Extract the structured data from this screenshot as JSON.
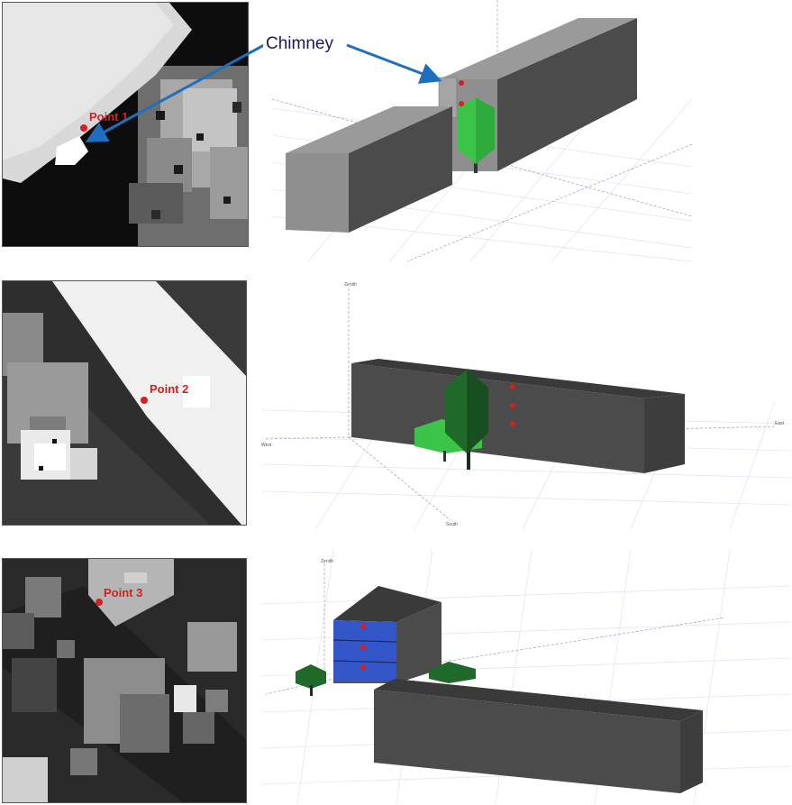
{
  "annotation": {
    "label": "Chimney",
    "arrow_color": "#1f6fbf",
    "text_color": "#1a1a55"
  },
  "rows": [
    {
      "point_label": "Point 1",
      "axes": {
        "zenith": "",
        "north": "",
        "east": "",
        "south": ""
      }
    },
    {
      "point_label": "Point 2",
      "axes": {
        "zenith": "Zenith",
        "west": "West",
        "east": "East",
        "south": "South"
      }
    },
    {
      "point_label": "Point 3",
      "axes": {
        "zenith": "Zenith",
        "east": "",
        "south": ""
      }
    }
  ],
  "colors": {
    "point_marker": "#d42020",
    "tree_light": "#3cc34a",
    "tree_dark": "#1f6a2a",
    "window_blue": "#3356c8",
    "building_dark": "#4b4b4b",
    "building_light": "#8c8c8c"
  }
}
